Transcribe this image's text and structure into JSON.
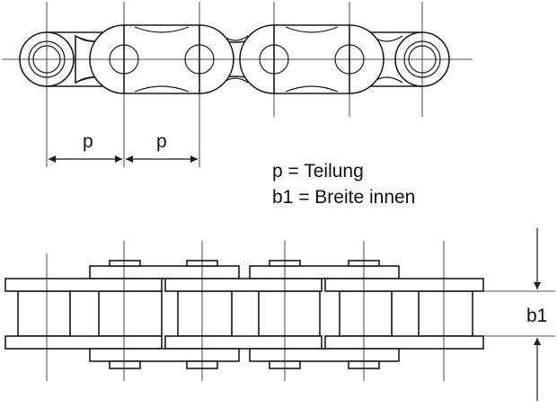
{
  "labels": {
    "pitch_left": "p",
    "pitch_right": "p",
    "legend_line1": "p = Teilung",
    "legend_line2": "b1 = Breite innen",
    "width_label": "b1"
  }
}
